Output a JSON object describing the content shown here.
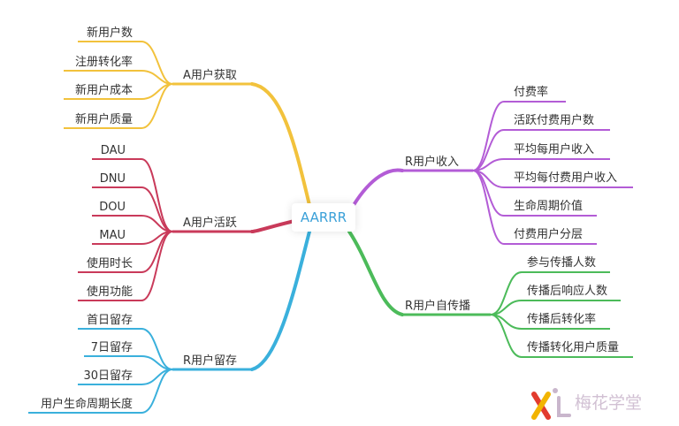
{
  "center": "AARRR",
  "branches": {
    "acquisition": {
      "label": "A用户获取",
      "color": "#f2c23c",
      "leaves": [
        "新用户数",
        "注册转化率",
        "新用户成本",
        "新用户质量"
      ]
    },
    "activation": {
      "label": "A用户活跃",
      "color": "#c93a5a",
      "leaves": [
        "DAU",
        "DNU",
        "DOU",
        "MAU",
        "使用时长",
        "使用功能"
      ]
    },
    "retention": {
      "label": "R用户留存",
      "color": "#3ab0dc",
      "leaves": [
        "首日留存",
        "7日留存",
        "30日留存",
        "用户生命周期长度"
      ]
    },
    "revenue": {
      "label": "R用户收入",
      "color": "#b35cd6",
      "leaves": [
        "付费率",
        "活跃付费用户数",
        "平均每用户收入",
        "平均每付费用户收入",
        "生命周期价值",
        "付费用户分层"
      ]
    },
    "referral": {
      "label": "R用户自传播",
      "color": "#4cbb5a",
      "leaves": [
        "参与传播人数",
        "传播后响应人数",
        "传播后转化率",
        "传播转化用户质量"
      ]
    }
  },
  "watermark": {
    "text": "梅花学堂"
  }
}
